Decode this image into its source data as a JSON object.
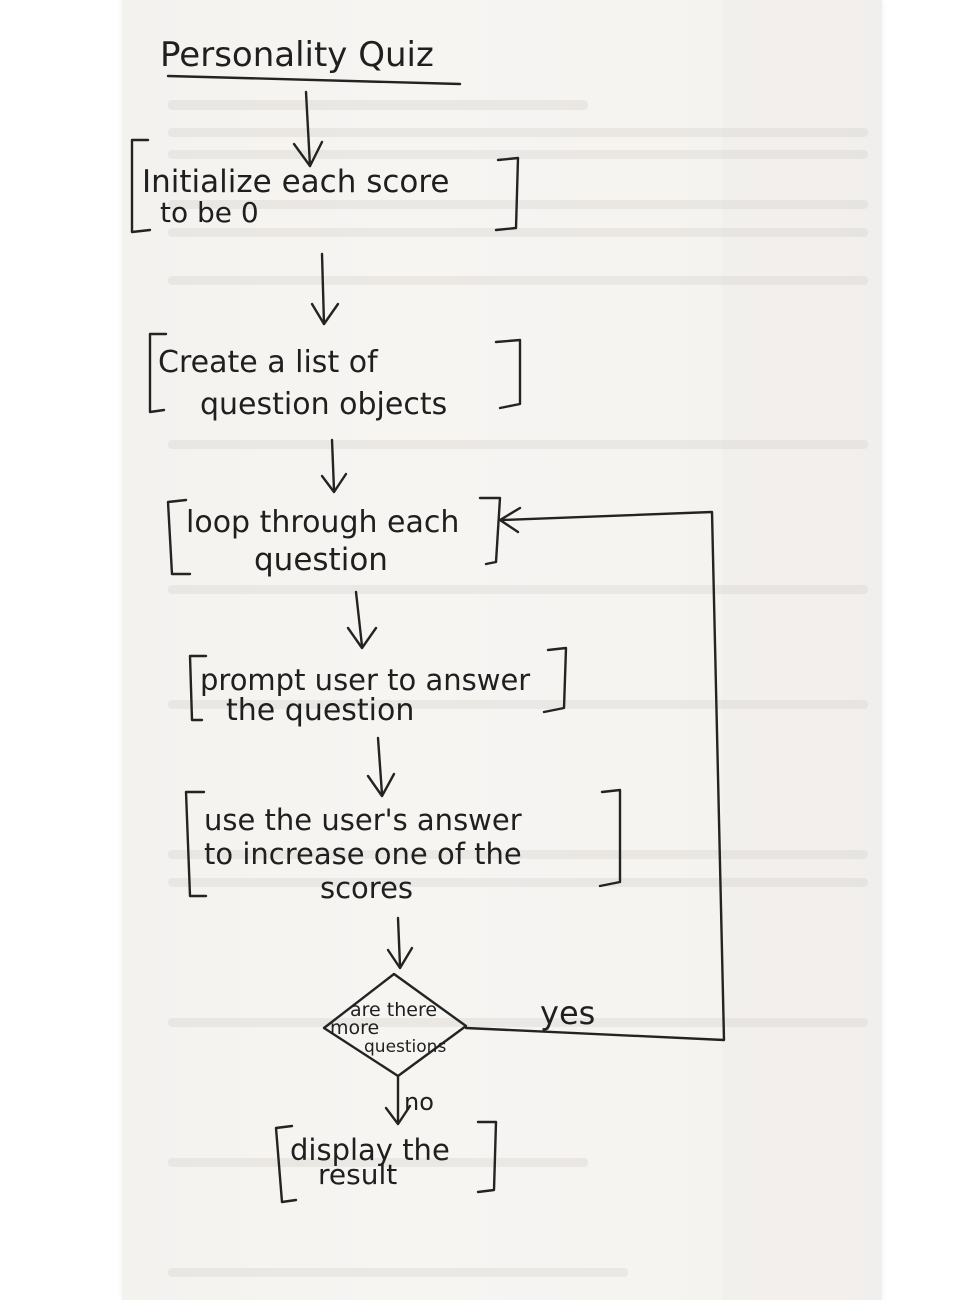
{
  "title": "Personality Quiz",
  "steps": [
    {
      "line1": "Initialize each score",
      "line2": "to be 0"
    },
    {
      "line1": "Create a list of",
      "line2": "question objects"
    },
    {
      "line1": "loop through each",
      "line2": "question"
    },
    {
      "line1": "prompt user to answer",
      "line2": "the question"
    },
    {
      "line1": "use the user's answer",
      "line2": "to increase one of the",
      "line3": "scores"
    }
  ],
  "decision": {
    "line1": "are there",
    "line2": "more",
    "line3": "questions"
  },
  "labels": {
    "yes": "yes",
    "no": "no"
  },
  "end": {
    "line1": "display the",
    "line2": "result"
  },
  "colors": {
    "ink": "#232323",
    "paper": "#f6f4f1"
  }
}
